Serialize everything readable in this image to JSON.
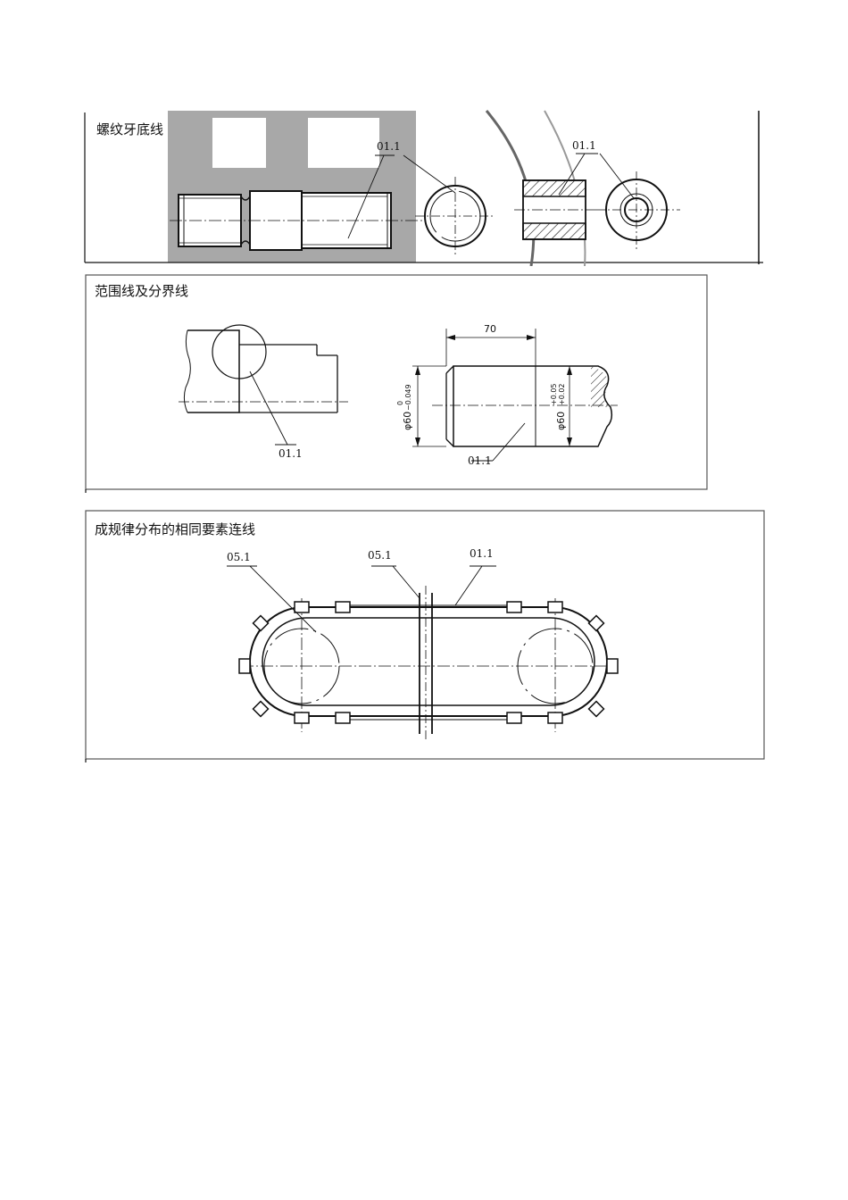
{
  "panels": [
    {
      "title": "螺纹牙底线",
      "labels": [
        "01.1",
        "01.1"
      ]
    },
    {
      "title": "范围线及分界线",
      "labels": [
        "01.1",
        "01.1"
      ],
      "dimension": "70",
      "tol_left": {
        "base": "φ60",
        "upper": "0",
        "lower": "−0.049"
      },
      "tol_right": {
        "base": "φ60",
        "upper": "+0.05",
        "lower": "+0.02"
      }
    },
    {
      "title": "成规律分布的相同要素连线",
      "labels": [
        "05.1",
        "05.1",
        "01.1"
      ]
    }
  ]
}
